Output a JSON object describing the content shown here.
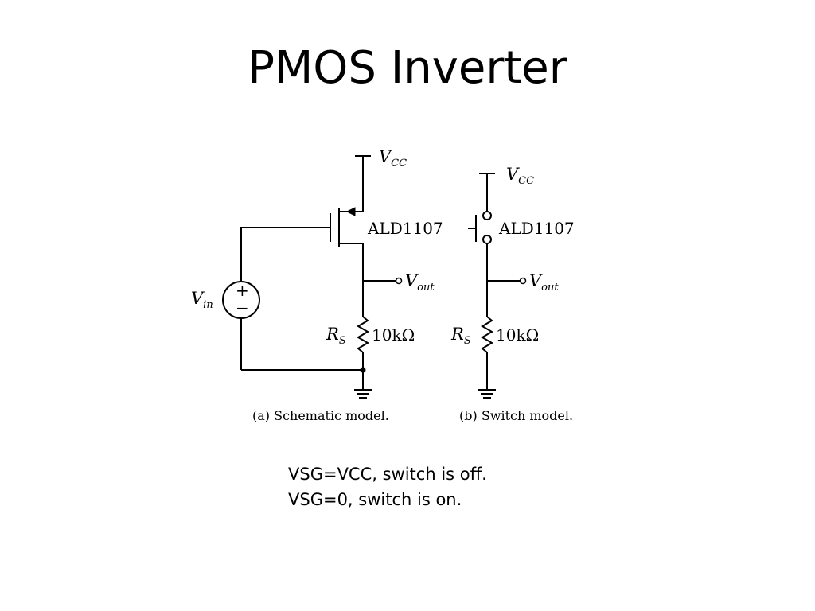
{
  "slide": {
    "title": "PMOS Inverter"
  },
  "schematic": {
    "vcc_symbol": "V",
    "vcc_sub": "CC",
    "device_label": "ALD1107",
    "vout_symbol": "V",
    "vout_sub": "out",
    "vin_symbol": "V",
    "vin_sub": "in",
    "rs_symbol": "R",
    "rs_sub": "S",
    "resistor_value": "10kΩ",
    "source_plus": "+",
    "source_minus": "−",
    "caption": "(a) Schematic model."
  },
  "switch_model": {
    "vcc_symbol": "V",
    "vcc_sub": "CC",
    "device_label": "ALD1107",
    "vout_symbol": "V",
    "vout_sub": "out",
    "rs_symbol": "R",
    "rs_sub": "S",
    "resistor_value": "10kΩ",
    "caption": "(b) Switch model."
  },
  "notes": {
    "line1": "VSG=VCC, switch is off.",
    "line2": "VSG=0, switch is on."
  }
}
